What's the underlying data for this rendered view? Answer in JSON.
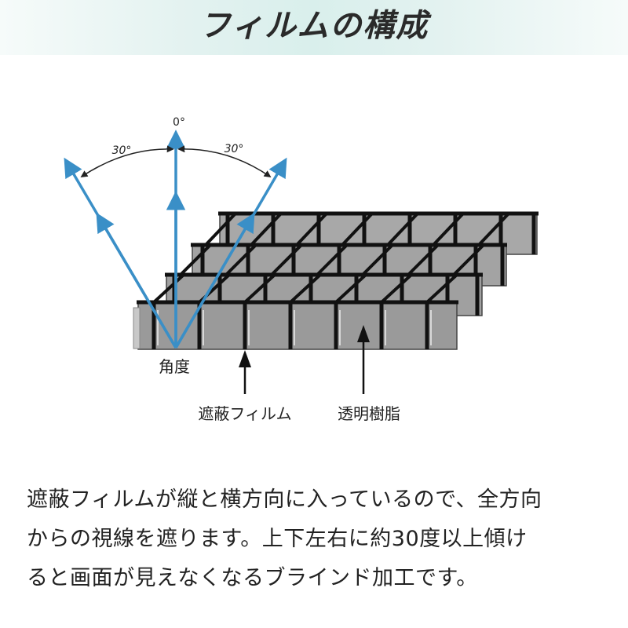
{
  "header": {
    "title": "フィルムの構成"
  },
  "diagram": {
    "angle_center": "0°",
    "angle_left": "30°",
    "angle_right": "30°",
    "label_angle": "角度",
    "label_film": "遮蔽フィルム",
    "label_resin": "透明樹脂",
    "arrow_color": "#3a8fc7"
  },
  "description": {
    "lines": [
      "遮蔽フィルムが縦と横方向に入っているので、全方向",
      "からの視線を遮ります。上下左右に約30度以上傾け",
      "ると画面が見えなくなるブラインド加工です。"
    ]
  }
}
